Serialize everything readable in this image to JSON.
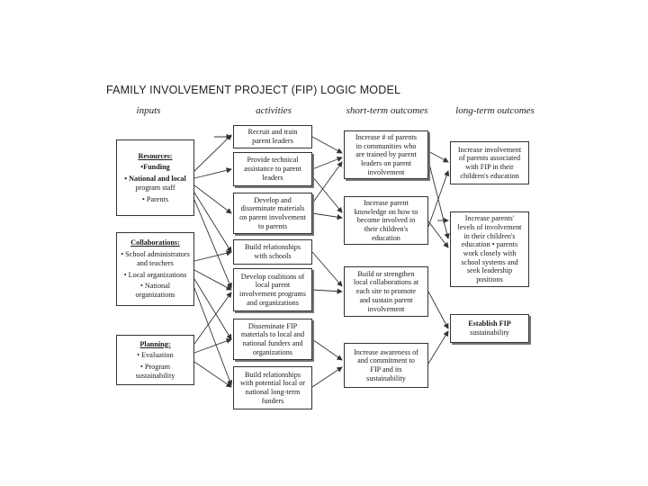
{
  "title": "FAMILY INVOLVEMENT PROJECT (FIP) LOGIC MODEL",
  "columns": {
    "inputs": "inputs",
    "activities": "activities",
    "short_term": "short-term outcomes",
    "long_term": "long-term outcomes"
  },
  "inputs": [
    {
      "heading": "Resources:",
      "lines": [
        "•Funding",
        "• National and local",
        "program staff",
        "• Parents"
      ]
    },
    {
      "heading": "Collaborations:",
      "lines": [
        "• School administrators",
        "and teachers",
        "• Local organizations",
        "• National",
        "organizations"
      ]
    },
    {
      "heading": "Planning:",
      "lines": [
        "• Evaluation",
        "• Program",
        "sustainability"
      ]
    }
  ],
  "activities": [
    {
      "lines": [
        "Recruit and train",
        "parent leaders"
      ]
    },
    {
      "lines": [
        "Provide technical",
        "assistance to parent",
        "leaders"
      ]
    },
    {
      "lines": [
        "Develop and",
        "disseminate materials",
        "on parent involvement",
        "to parents"
      ]
    },
    {
      "lines": [
        "Build relationships",
        "with schools"
      ]
    },
    {
      "lines": [
        "Develop coalitions of",
        "local parent",
        "involvement programs",
        "and organizations"
      ]
    },
    {
      "lines": [
        "Disseminate FIP",
        "materials to local and",
        "national funders and",
        "organizations"
      ]
    },
    {
      "lines": [
        "Build relationships",
        "with potential local or",
        "national long-term",
        "funders"
      ]
    }
  ],
  "short_term": [
    {
      "lines": [
        "Increase # of parents",
        "in communities who",
        "are trained by parent",
        "leaders on parent",
        "involvement"
      ]
    },
    {
      "lines": [
        "Increase parent",
        "knowledge on how to",
        "become involved in",
        "their children's",
        "education"
      ]
    },
    {
      "lines": [
        "Build or strengthen",
        "local collaborations at",
        "each site to promote",
        "and sustain parent",
        "involvement"
      ]
    },
    {
      "lines": [
        "Increase awareness of",
        "and commitment to",
        "FIP and its",
        "sustainability"
      ]
    }
  ],
  "long_term": [
    {
      "lines": [
        "Increase involvement",
        "of parents associated",
        "with FIP in their",
        "children's education"
      ]
    },
    {
      "lines": [
        "Increase parents'",
        "levels of involvement",
        "in their children's",
        "education • parents",
        "work closely with",
        "school systems and",
        "seek leadership",
        "positions"
      ]
    },
    {
      "lines": [
        "Establish FIP",
        "sustainability"
      ]
    }
  ]
}
